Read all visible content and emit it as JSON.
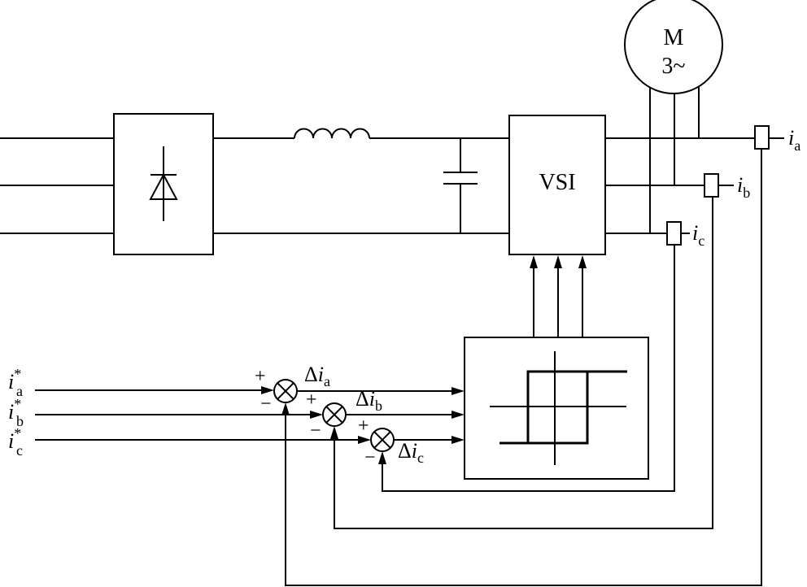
{
  "motor": {
    "letter": "M",
    "phases": "3~"
  },
  "inverter": {
    "label": "VSI"
  },
  "currents": {
    "measured": [
      {
        "symbol": "i",
        "sub": "a"
      },
      {
        "symbol": "i",
        "sub": "b"
      },
      {
        "symbol": "i",
        "sub": "c"
      }
    ],
    "references": [
      {
        "symbol": "i",
        "sub": "a",
        "sup": "*"
      },
      {
        "symbol": "i",
        "sub": "b",
        "sup": "*"
      },
      {
        "symbol": "i",
        "sub": "c",
        "sup": "*"
      }
    ],
    "errors": [
      {
        "delta": "Δ",
        "symbol": "i",
        "sub": "a"
      },
      {
        "delta": "Δ",
        "symbol": "i",
        "sub": "b"
      },
      {
        "delta": "Δ",
        "symbol": "i",
        "sub": "c"
      }
    ]
  },
  "summers": {
    "plus": "+",
    "minus": "−"
  },
  "icons": {
    "rectifier": "diode-symbol",
    "inductor": "inductor-coil",
    "capacitor": "capacitor-plates",
    "comparator": "hysteresis-loop",
    "summing_junction": "circle-cross",
    "current_sensor": "sensor-box"
  }
}
